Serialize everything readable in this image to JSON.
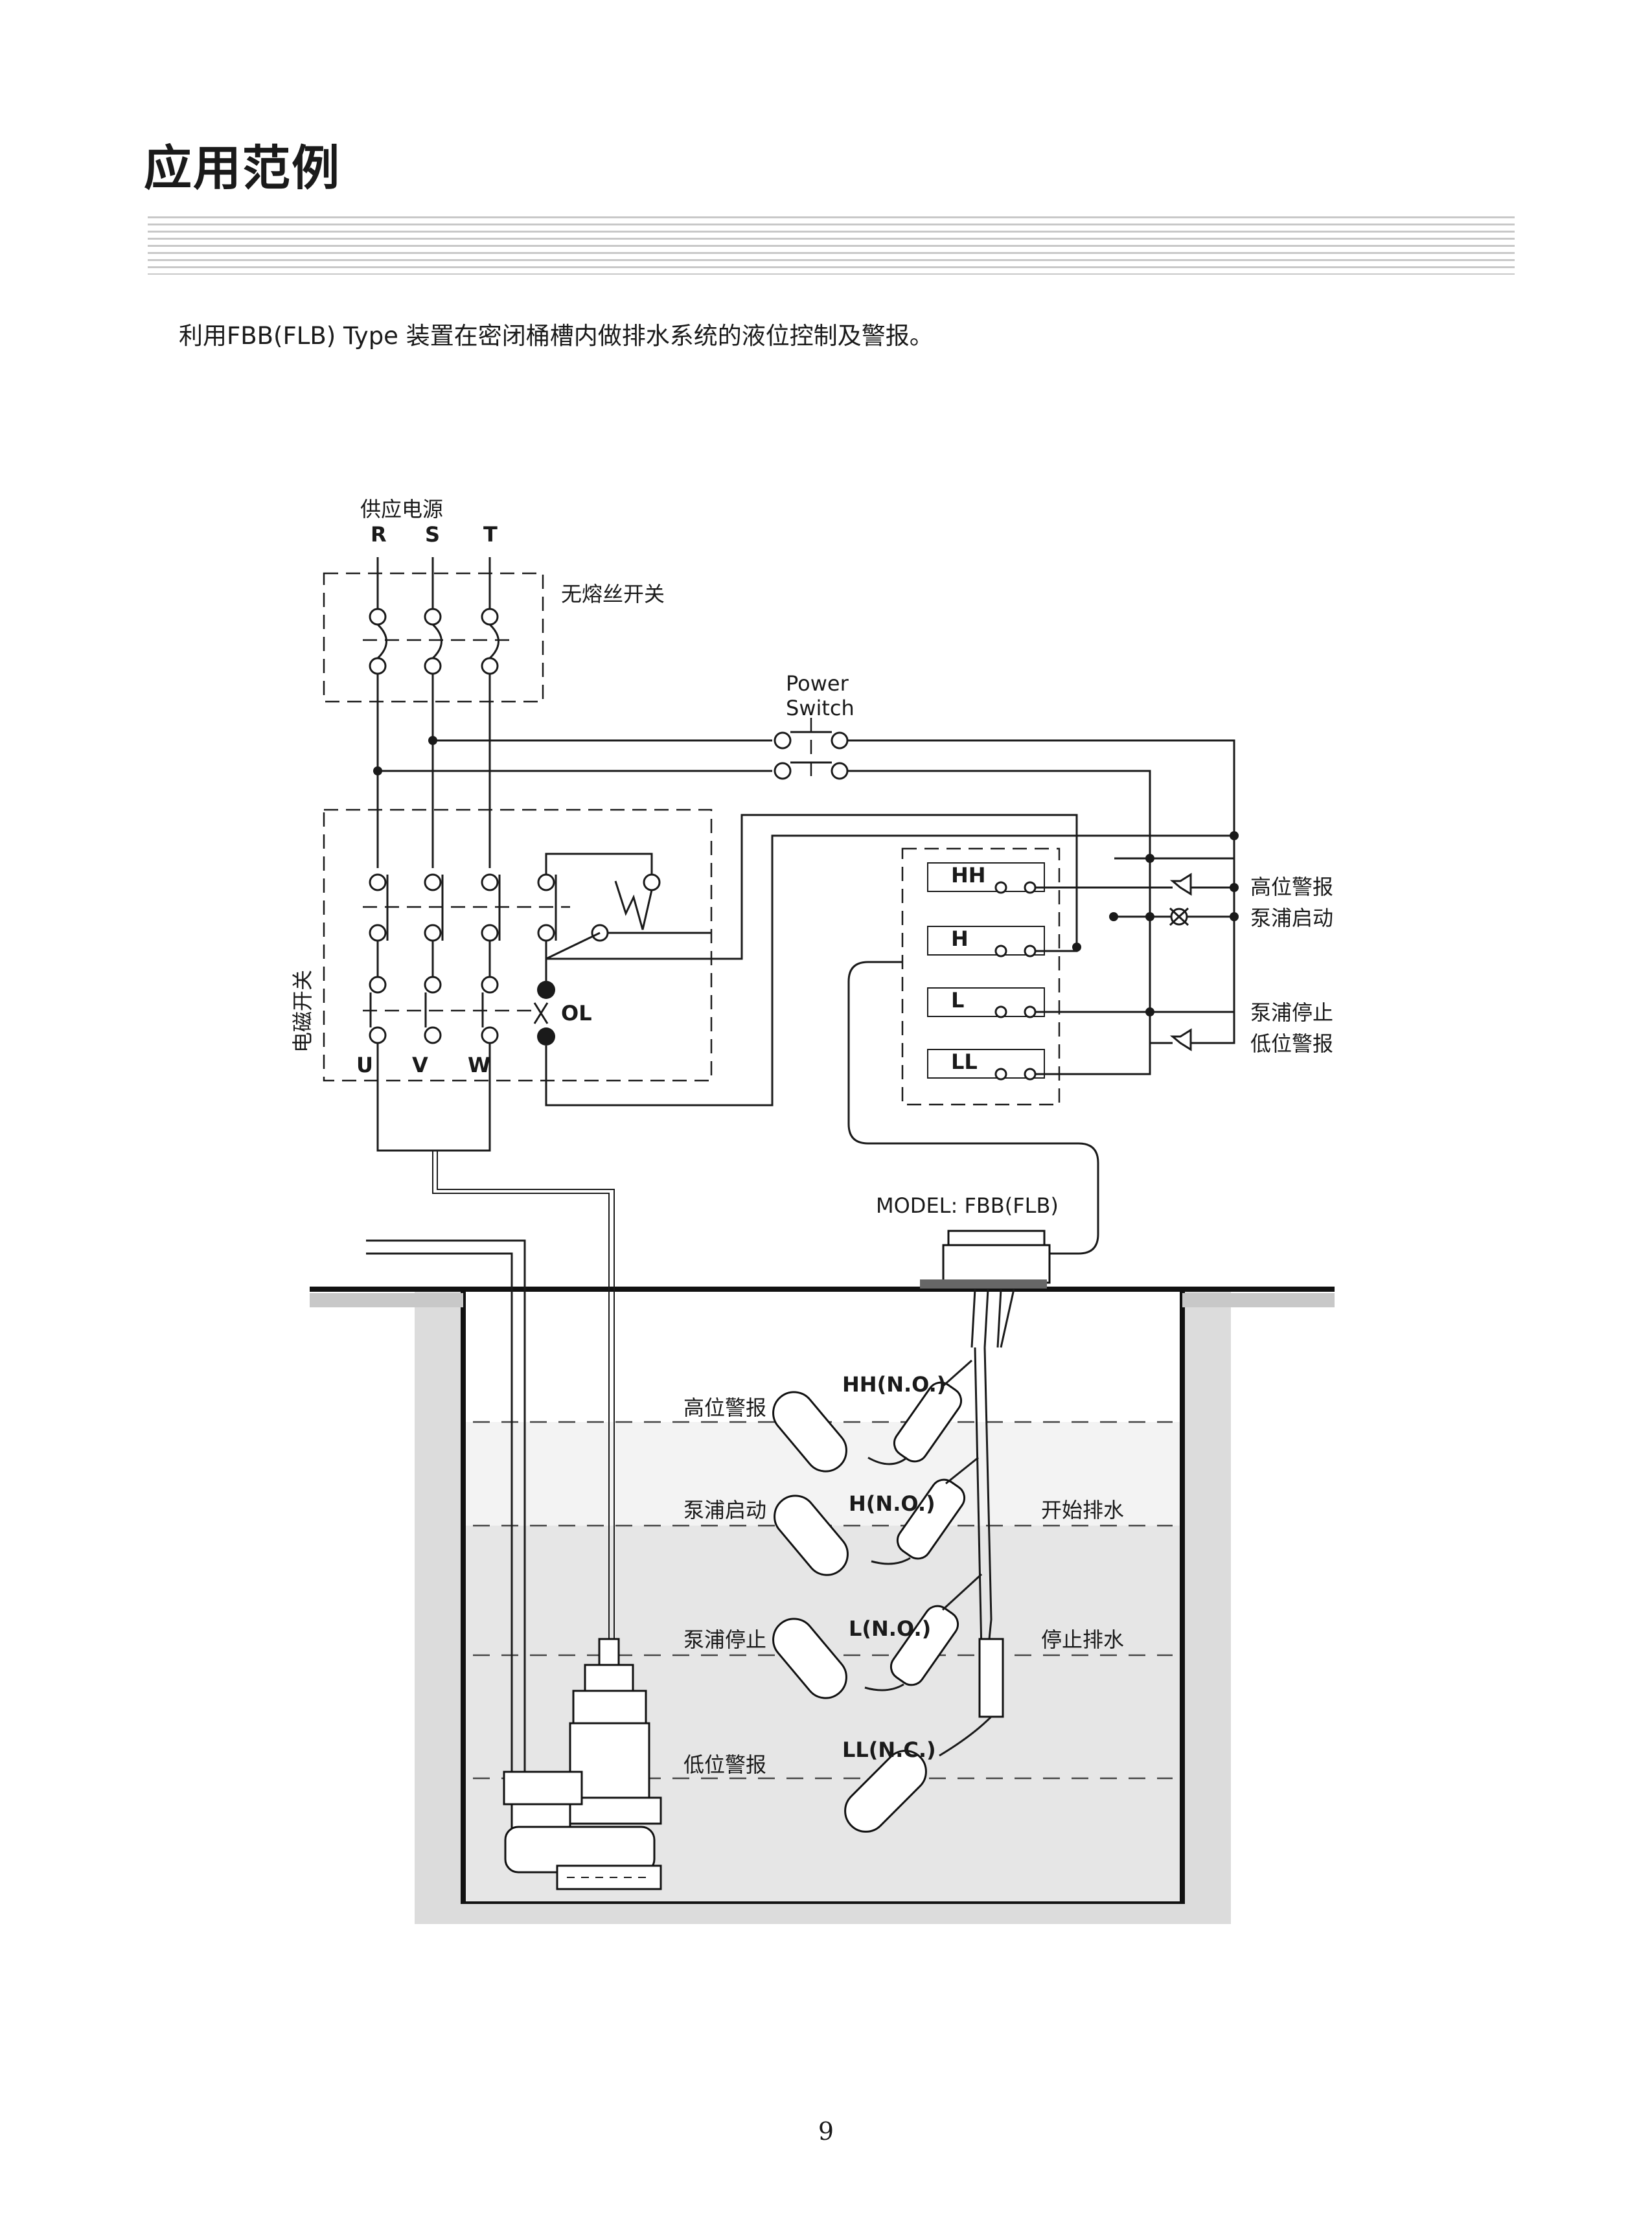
{
  "page": {
    "title": "应用范例",
    "intro": "利用FBB(FLB) Type 装置在密闭桶槽内做排水系统的液位控制及警报。",
    "page_number": "9"
  },
  "diagram": {
    "supply_label": "供应电源",
    "phases": [
      "R",
      "S",
      "T"
    ],
    "breaker_label": "无熔丝开关",
    "power_switch": [
      "Power",
      "Switch"
    ],
    "contactor_label": "电磁开关",
    "overload_label": "OL",
    "outputs": [
      "U",
      "V",
      "W"
    ],
    "switch_contacts": [
      "HH",
      "H",
      "L",
      "LL"
    ],
    "right_labels": [
      "高位警报",
      "泵浦启动",
      "泵浦停止",
      "低位警报"
    ],
    "model": "MODEL: FBB(FLB)",
    "float_switches": [
      "HH(N.O.)",
      "H(N.O.)",
      "L(N.O.)",
      "LL(N.C.)"
    ],
    "level_labels": [
      "高位警报",
      "泵浦启动",
      "泵浦停止",
      "低位警报"
    ],
    "actions": [
      "开始排水",
      "停止排水"
    ]
  }
}
